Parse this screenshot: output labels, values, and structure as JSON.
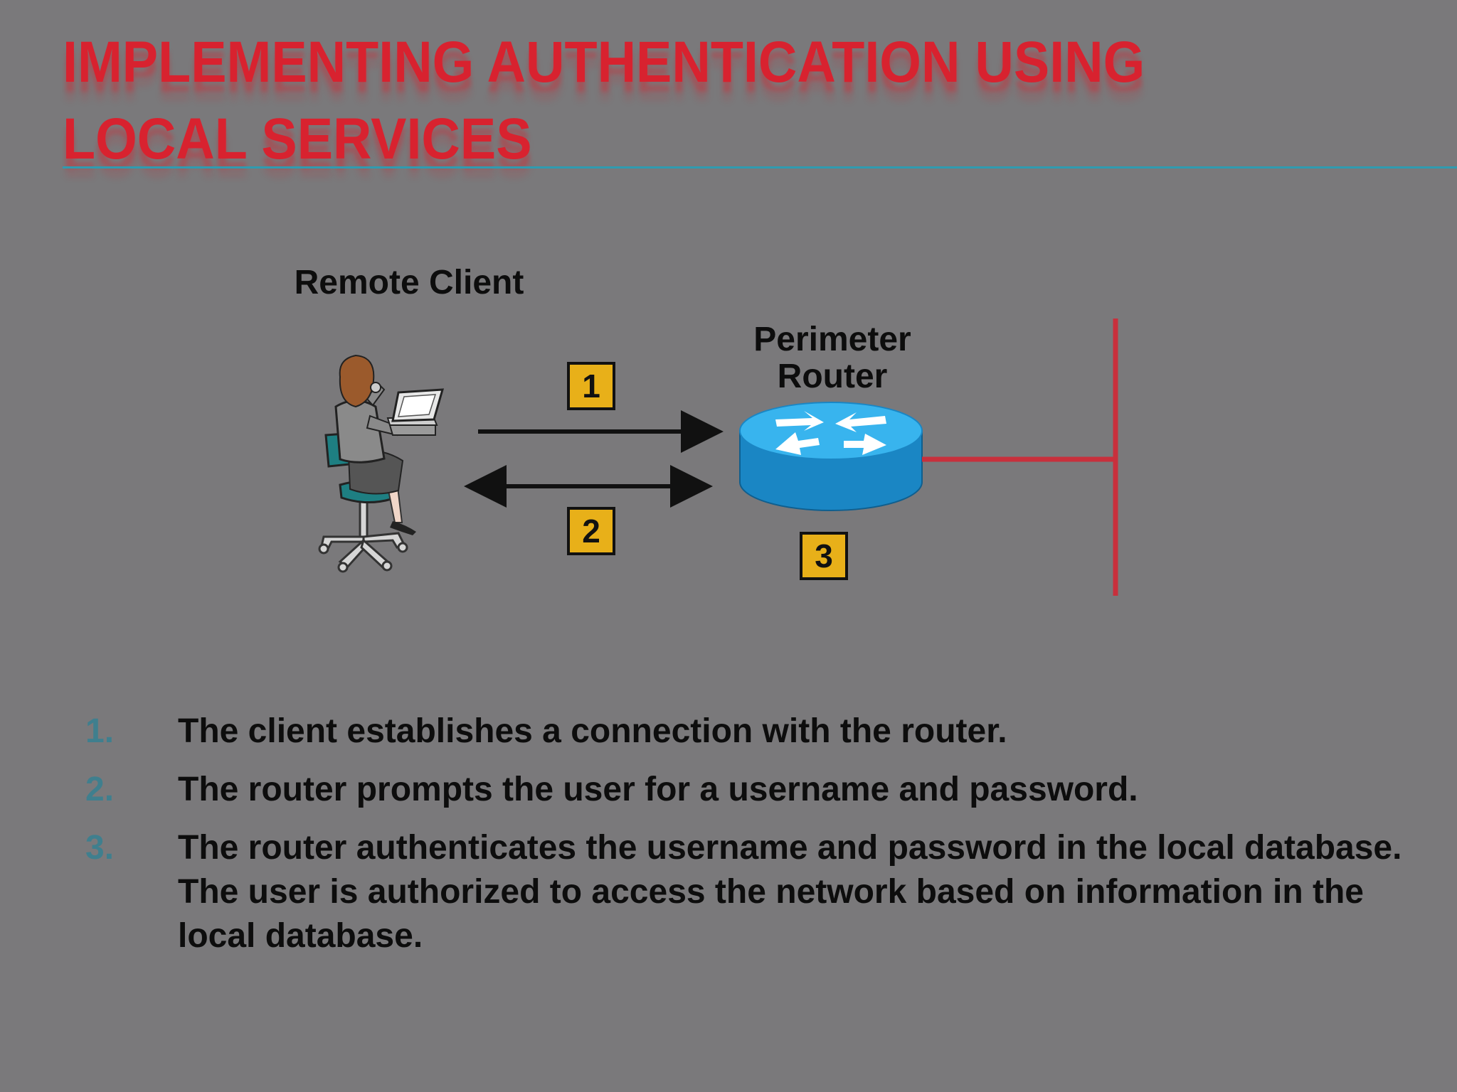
{
  "slide": {
    "title": "Implementing Authentication Using Local Services"
  },
  "diagram": {
    "remote_client_label": "Remote Client",
    "router_label": "Perimeter Router",
    "badges": [
      "1",
      "2",
      "3"
    ]
  },
  "steps": [
    {
      "number": "1.",
      "text": "The client establishes a connection with the router."
    },
    {
      "number": "2.",
      "text": "The router prompts the user for a username and password."
    },
    {
      "number": "3.",
      "text": "The router authenticates the username and password in the local database. The user is authorized to access the network based on information in the local database."
    }
  ],
  "colors": {
    "background": "#7a797b",
    "title": "#d8222f",
    "title_rule": "#2f9bb0",
    "badge_fill": "#e8b019",
    "network_line": "#c8303c",
    "router_top": "#38b4ee",
    "router_side": "#1a86c4",
    "step_number": "#3f7f8e"
  }
}
